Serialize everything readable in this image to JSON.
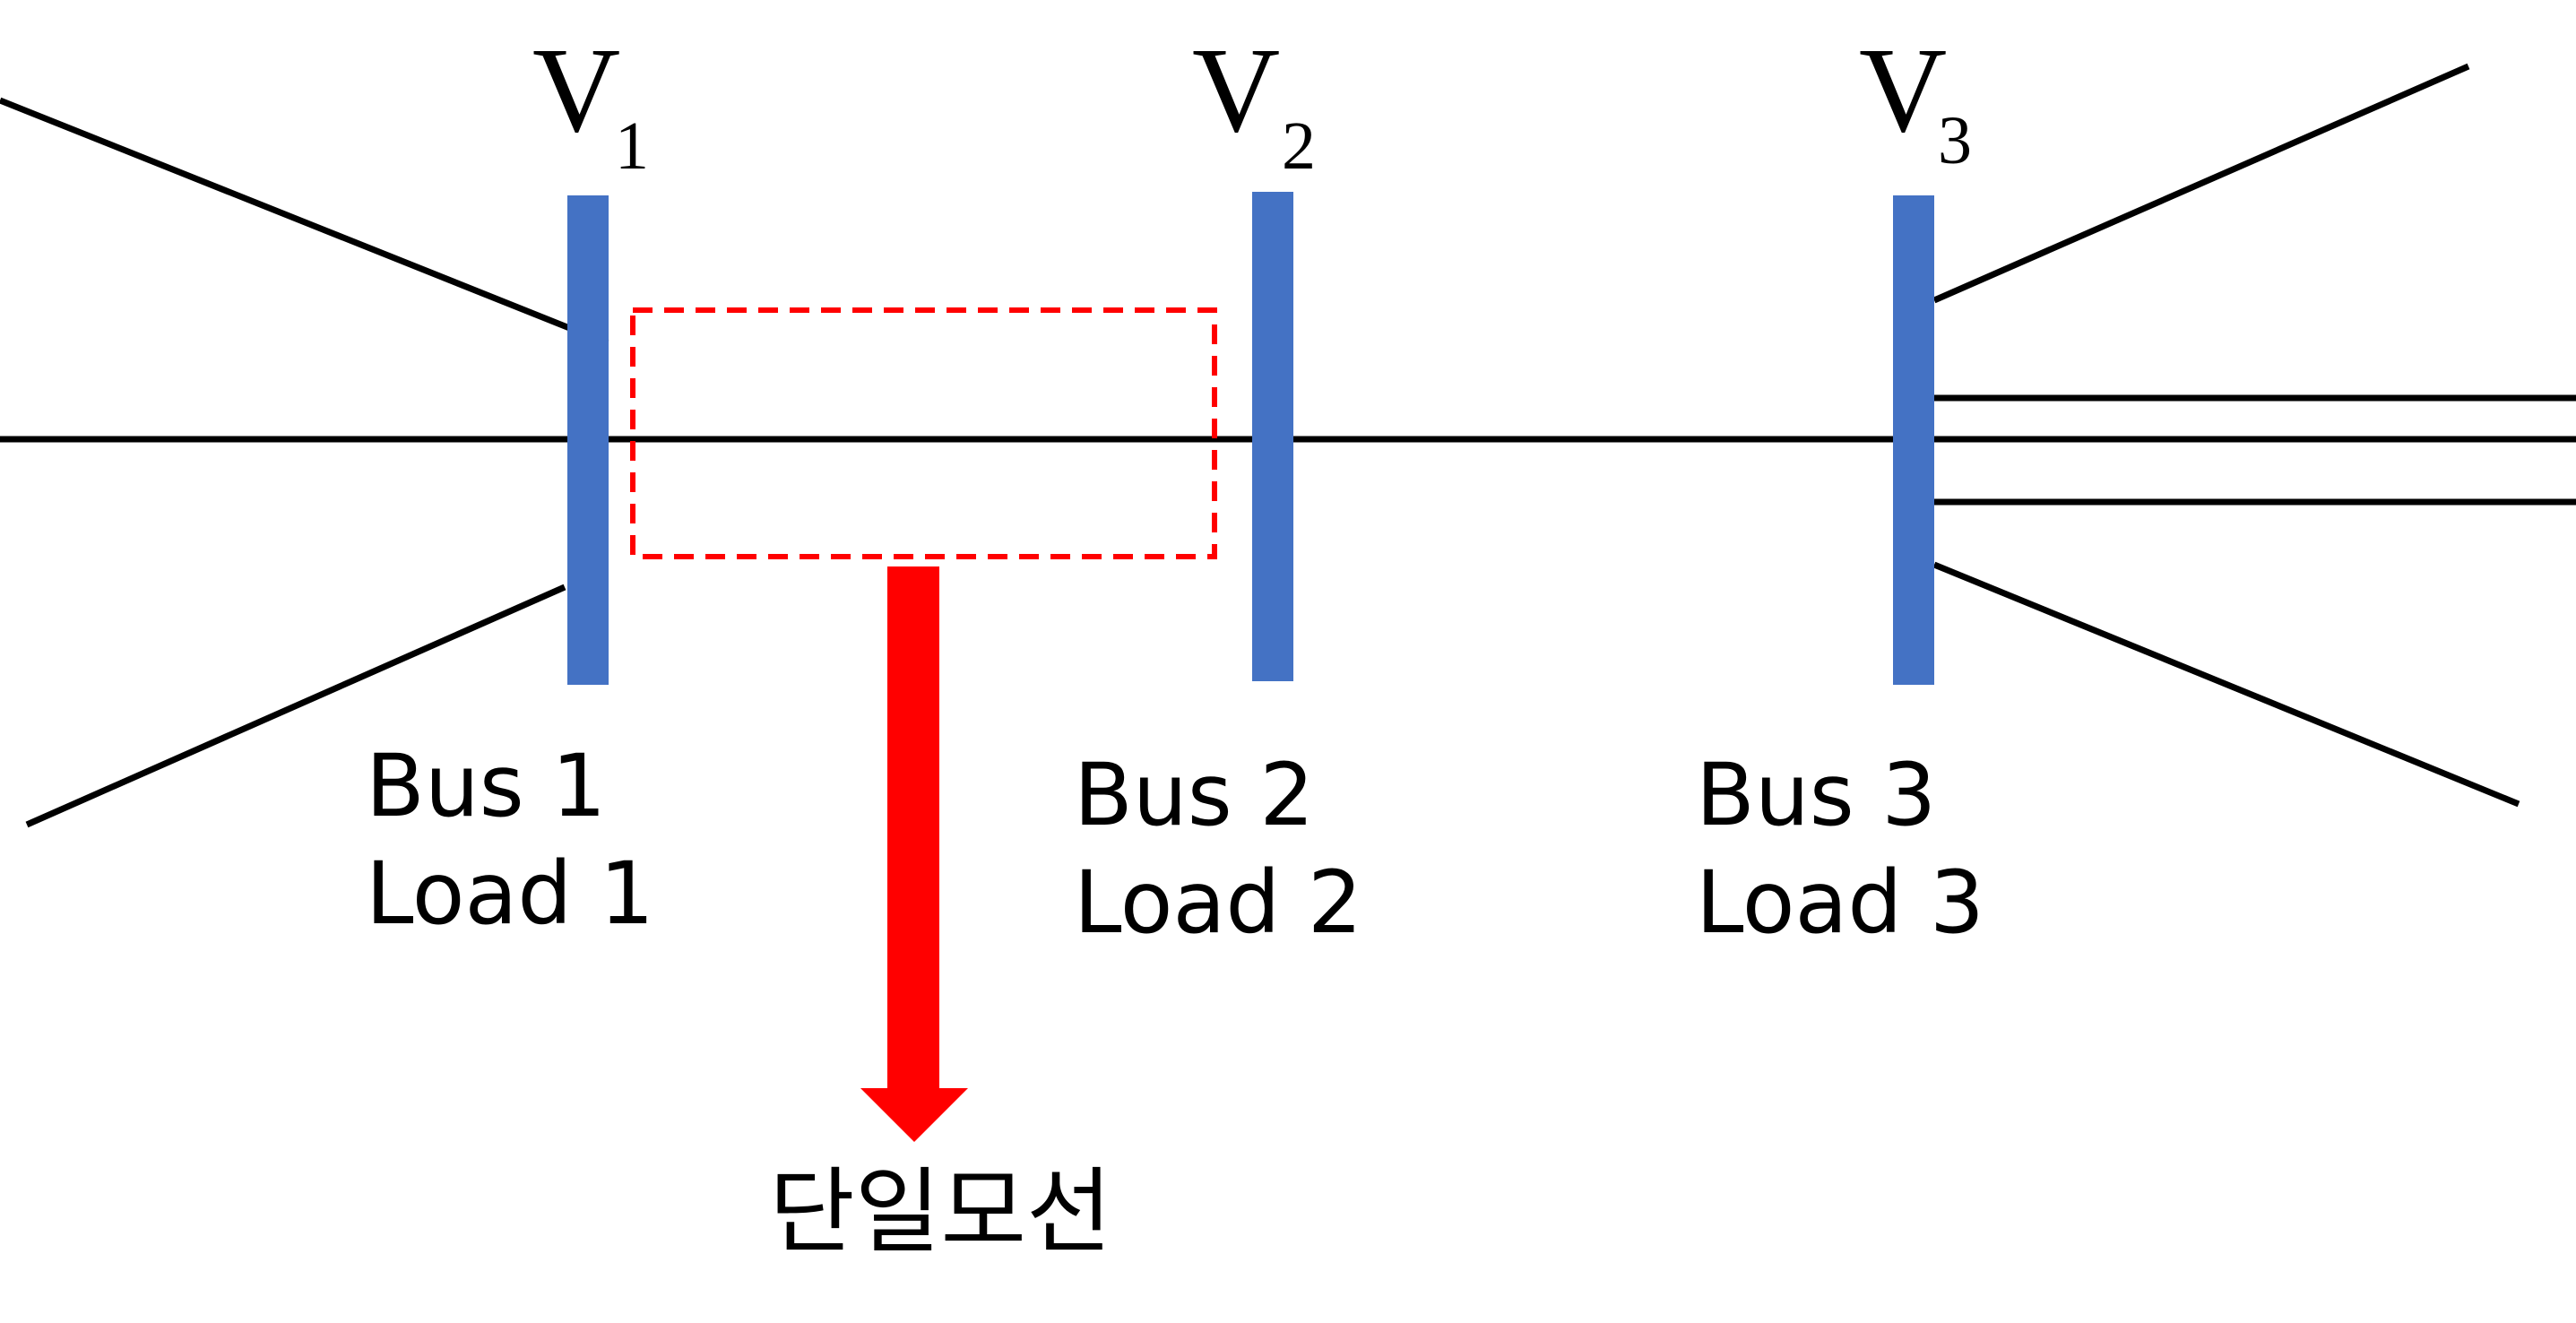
{
  "colors": {
    "bus_bar": "#4472C4",
    "line": "#000000",
    "highlight": "#FF0000"
  },
  "buses": [
    {
      "voltage_symbol": "V",
      "voltage_subscript": "1",
      "bus_label": "Bus 1",
      "load_label": "Load 1"
    },
    {
      "voltage_symbol": "V",
      "voltage_subscript": "2",
      "bus_label": "Bus 2",
      "load_label": "Load 2"
    },
    {
      "voltage_symbol": "V",
      "voltage_subscript": "3",
      "bus_label": "Bus 3",
      "load_label": "Load 3"
    }
  ],
  "annotation": {
    "label": "단일모선"
  }
}
